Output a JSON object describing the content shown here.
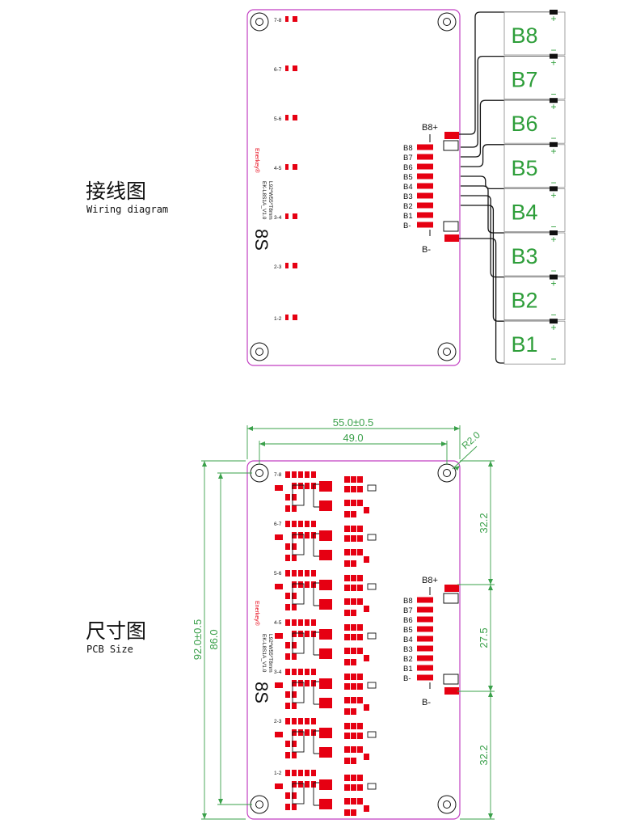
{
  "wiring": {
    "title": "接线图",
    "subtitle": "Wiring diagram",
    "header_labels": [
      "B8",
      "B7",
      "B6",
      "B5",
      "B4",
      "B3",
      "B2",
      "B1",
      "B-"
    ],
    "b8plus": "B8+",
    "bminus": "B-",
    "batteries": [
      "B8",
      "B7",
      "B6",
      "B5",
      "B4",
      "B3",
      "B2",
      "B1"
    ],
    "plus_sign": "+",
    "minus_sign": "−"
  },
  "pcb": {
    "title": "尺寸图",
    "subtitle": "PCB Size",
    "dim_width": "55.0±0.5",
    "dim_hole_spacing_x": "49.0",
    "dim_radius": "R2.0",
    "dim_height": "92.0±0.5",
    "dim_hole_spacing_y": "86.0",
    "dim_right_top": "32.2",
    "dim_right_mid": "27.5",
    "dim_right_bottom": "32.2",
    "b8plus": "B8+",
    "bminus": "B-",
    "header_labels": [
      "B8",
      "B7",
      "B6",
      "B5",
      "B4",
      "B3",
      "B2",
      "B1",
      "B-"
    ]
  },
  "board": {
    "brand": "Enerkey®",
    "model": "EK-L8S1A_V1.0",
    "size_note": "L92*W55*T8mm",
    "series_mark": "8S",
    "channel_labels": [
      "7-8",
      "6-7",
      "5-6",
      "4-5",
      "3-4",
      "2-3",
      "1-2"
    ]
  },
  "colors": {
    "board_outline": "#c23fc2",
    "pad_red": "#e60012",
    "battery_text": "#2e9e3a",
    "dimension_green": "#3aa04a",
    "wire": "#111111"
  }
}
